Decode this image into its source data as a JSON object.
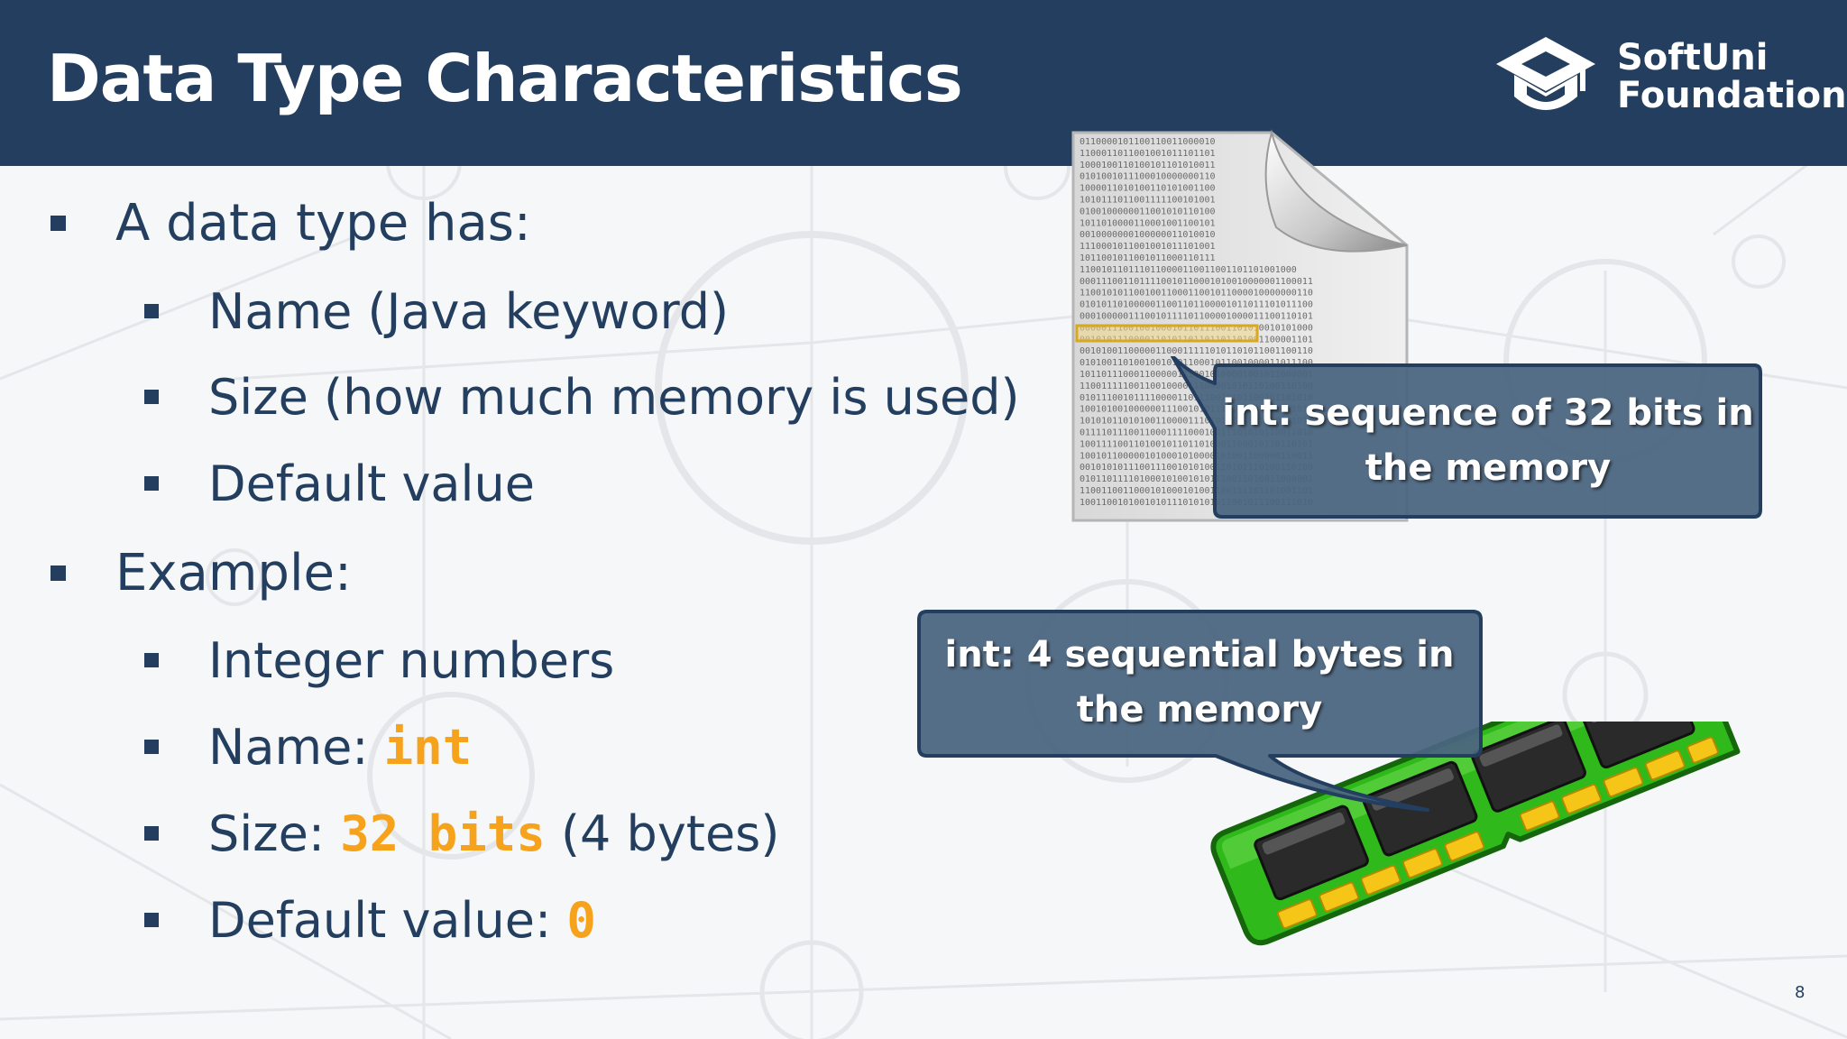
{
  "header": {
    "title": "Data Type Characteristics",
    "logo_line1": "SoftUni",
    "logo_line2": "Foundation"
  },
  "content": {
    "bullet1": "A data type has:",
    "sub1": [
      "Name (Java keyword)",
      "Size (how much memory is used)",
      "Default value"
    ],
    "bullet2": "Example:",
    "example": {
      "integer_numbers": "Integer numbers",
      "name_label": "Name: ",
      "name_value": "int",
      "size_label": "Size: ",
      "size_value": "32 bits",
      "size_suffix": " (4 bytes)",
      "default_label": "Default value: ",
      "default_value": "0"
    }
  },
  "callouts": {
    "bits_line1": "int: sequence of 32 bits in",
    "bits_line2": "the memory",
    "bytes_line1": "int: 4 sequential bytes in",
    "bytes_line2": "the memory"
  },
  "binary_lines": [
    "0110000101100110011000010",
    "1100011011001001011101101",
    "1000100110100101101010011",
    "0101001011100010000000110",
    "1000011010100110101001100",
    "1010111011001111100101001",
    "0100100000011001010110100",
    "1011010000110001001100101",
    "0010000000100000011010010",
    "1110001011001001011101001",
    "1011001011001011000110111",
    "1100101101110110000110011001101101001000",
    "0001110011011110010110001010010000001100011",
    "1100101011001001100011001011000010000000110",
    "0101011010000011001101100001011011101011100",
    "0001000001110010111101100001000011100110101",
    "0000011100100100010110111001101010010101000",
    "0010101110000110101101101101101001100001101",
    "0010100110000011000111110101101011001100110",
    "0101001101001001010110001011001000011011100",
    "1011011100011000001110010100001001011000001",
    "1100111110011001000011100001010110100110100",
    "0101110010111100001101110010101100101101010",
    "1001010010000001110010101110100101011011011",
    "1010101101010011000011101010111001100101011",
    "0111101110011000111100010011101010110011010",
    "1001111001101001011011010001100010110110101",
    "1001011000001010001010000101001100000110011",
    "0010101011100111001010100110101110100110100",
    "0101101111010001010010101110011010011000001",
    "1100110011000101000101001100111101101001101",
    "1001100101001010111010101011001011100111010"
  ],
  "page_number": "8",
  "colors": {
    "header_bg": "#233e5e",
    "text": "#233e5e",
    "code_accent": "#f7a21b",
    "callout_bg": "#4a6580",
    "callout_border": "#233e5e",
    "ram_pcb": "#2fb91a",
    "ram_chip": "#2a2a2a",
    "ram_contacts": "#f5c518"
  },
  "icons": {
    "logo": "graduation-cap-icon",
    "document": "binary-document-icon",
    "ram": "ram-module-icon"
  }
}
